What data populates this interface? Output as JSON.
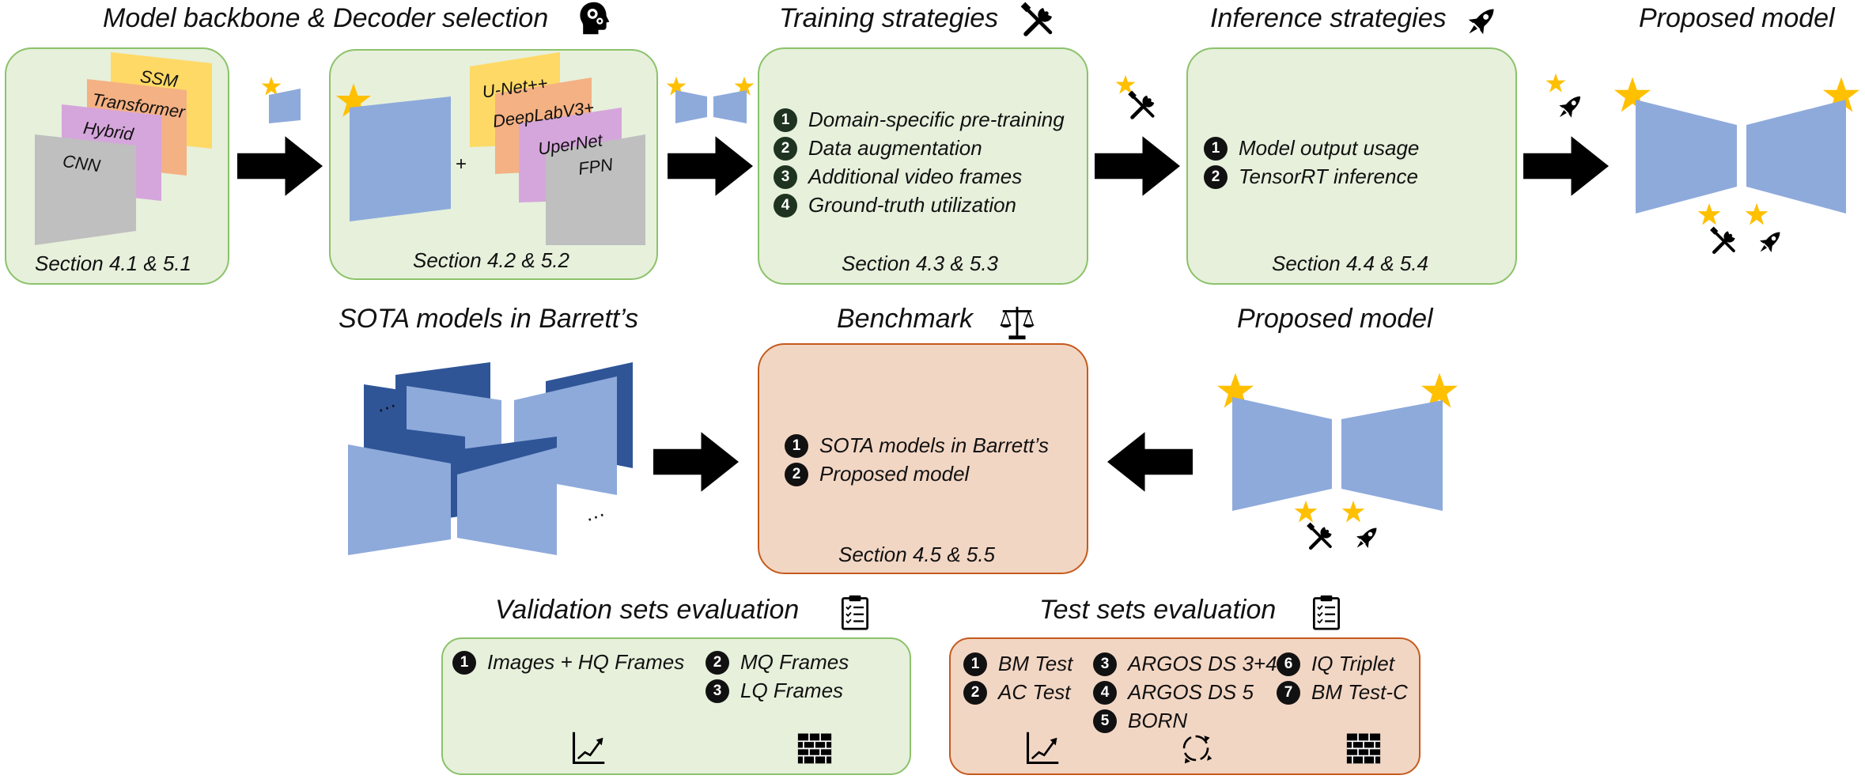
{
  "top_row": {
    "backbone": {
      "heading": "Model backbone & Decoder selection",
      "layers": [
        "SSM",
        "Transformer",
        "Hybrid",
        "CNN"
      ],
      "section": "Section 4.1 & 5.1"
    },
    "decoder": {
      "plus": "+",
      "decoders": [
        "U-Net++",
        "DeepLabV3+",
        "UperNet",
        "FPN"
      ],
      "section": "Section 4.2 & 5.2"
    },
    "training": {
      "heading": "Training strategies",
      "items": [
        {
          "num": "1",
          "label": "Domain-specific pre-training"
        },
        {
          "num": "2",
          "label": "Data augmentation"
        },
        {
          "num": "3",
          "label": "Additional video frames"
        },
        {
          "num": "4",
          "label": "Ground-truth utilization"
        }
      ],
      "section": "Section 4.3 & 5.3"
    },
    "inference": {
      "heading": "Inference strategies",
      "items": [
        {
          "num": "1",
          "label": "Model output usage"
        },
        {
          "num": "2",
          "label": "TensorRT inference"
        }
      ],
      "section": "Section 4.4 & 5.4"
    },
    "proposed": {
      "heading": "Proposed model"
    }
  },
  "middle_row": {
    "sota": {
      "heading": "SOTA models in Barrett’s",
      "ellipsis": "…"
    },
    "benchmark": {
      "heading": "Benchmark",
      "items": [
        {
          "num": "1",
          "label": "SOTA models in Barrett’s"
        },
        {
          "num": "2",
          "label": "Proposed model"
        }
      ],
      "section": "Section 4.5 & 5.5"
    },
    "proposed": {
      "heading": "Proposed model"
    }
  },
  "bottom_row": {
    "validation": {
      "heading": "Validation sets evaluation",
      "items": [
        {
          "num": "1",
          "label": "Images + HQ Frames"
        },
        {
          "num": "2",
          "label": "MQ Frames"
        },
        {
          "num": "3",
          "label": "LQ Frames"
        }
      ]
    },
    "test": {
      "heading": "Test sets evaluation",
      "items": [
        {
          "num": "1",
          "label": "BM Test"
        },
        {
          "num": "2",
          "label": "AC Test"
        },
        {
          "num": "3",
          "label": "ARGOS DS 3+4"
        },
        {
          "num": "4",
          "label": "ARGOS DS 5"
        },
        {
          "num": "5",
          "label": "BORN"
        },
        {
          "num": "6",
          "label": "IQ Triplet"
        },
        {
          "num": "7",
          "label": "BM Test-C"
        }
      ]
    }
  },
  "icons": [
    "head-gears-icon",
    "tools-icon",
    "rocket-icon",
    "scale-icon",
    "clipboard-icon",
    "trend-chart-icon",
    "cycle-icon",
    "brick-wall-icon",
    "star-icon",
    "arrow-icon"
  ],
  "colors": {
    "green_fill": "#e6f0db",
    "green_border": "#8cc26a",
    "orange_fill": "#f2d6c4",
    "orange_border": "#c55a1d",
    "model_blue": "#8eaadb",
    "dark_blue": "#2f5597",
    "star": "#ffc000",
    "ssm": "#ffd966",
    "transformer": "#f4b183",
    "hybrid": "#d5a6db",
    "cnn": "#bfbfbf"
  }
}
